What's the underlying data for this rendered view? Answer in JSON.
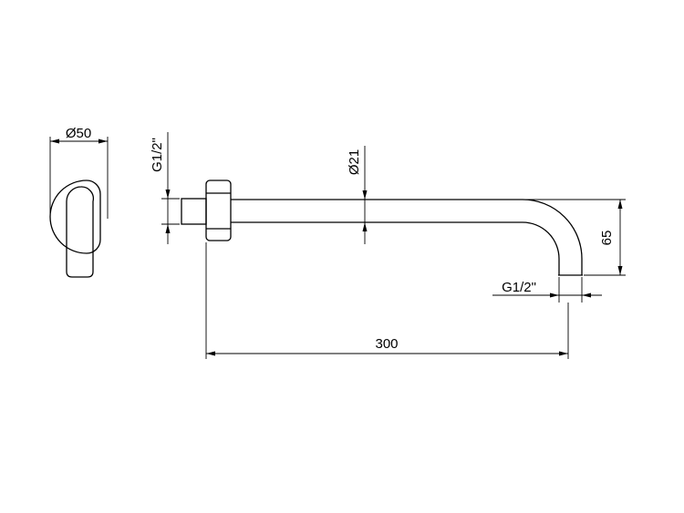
{
  "dimensions": {
    "flange_diameter": "Ø50",
    "inlet_thread": "G1/2\"",
    "arm_diameter": "Ø21",
    "drop_height": "65",
    "outlet_thread": "G1/2\"",
    "arm_length": "300"
  }
}
